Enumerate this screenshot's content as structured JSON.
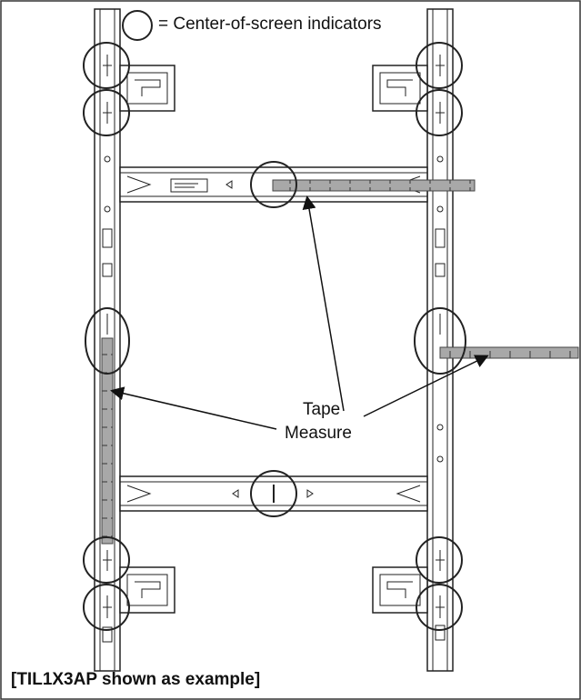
{
  "legend": {
    "text": "= Center-of-screen indicators"
  },
  "callout": {
    "line1": "Tape",
    "line2": "Measure"
  },
  "caption": {
    "text": "[TIL1X3AP shown as example]"
  },
  "colors": {
    "line": "#222222",
    "tape": "#a8a8a8",
    "frame_border": "#333333"
  }
}
